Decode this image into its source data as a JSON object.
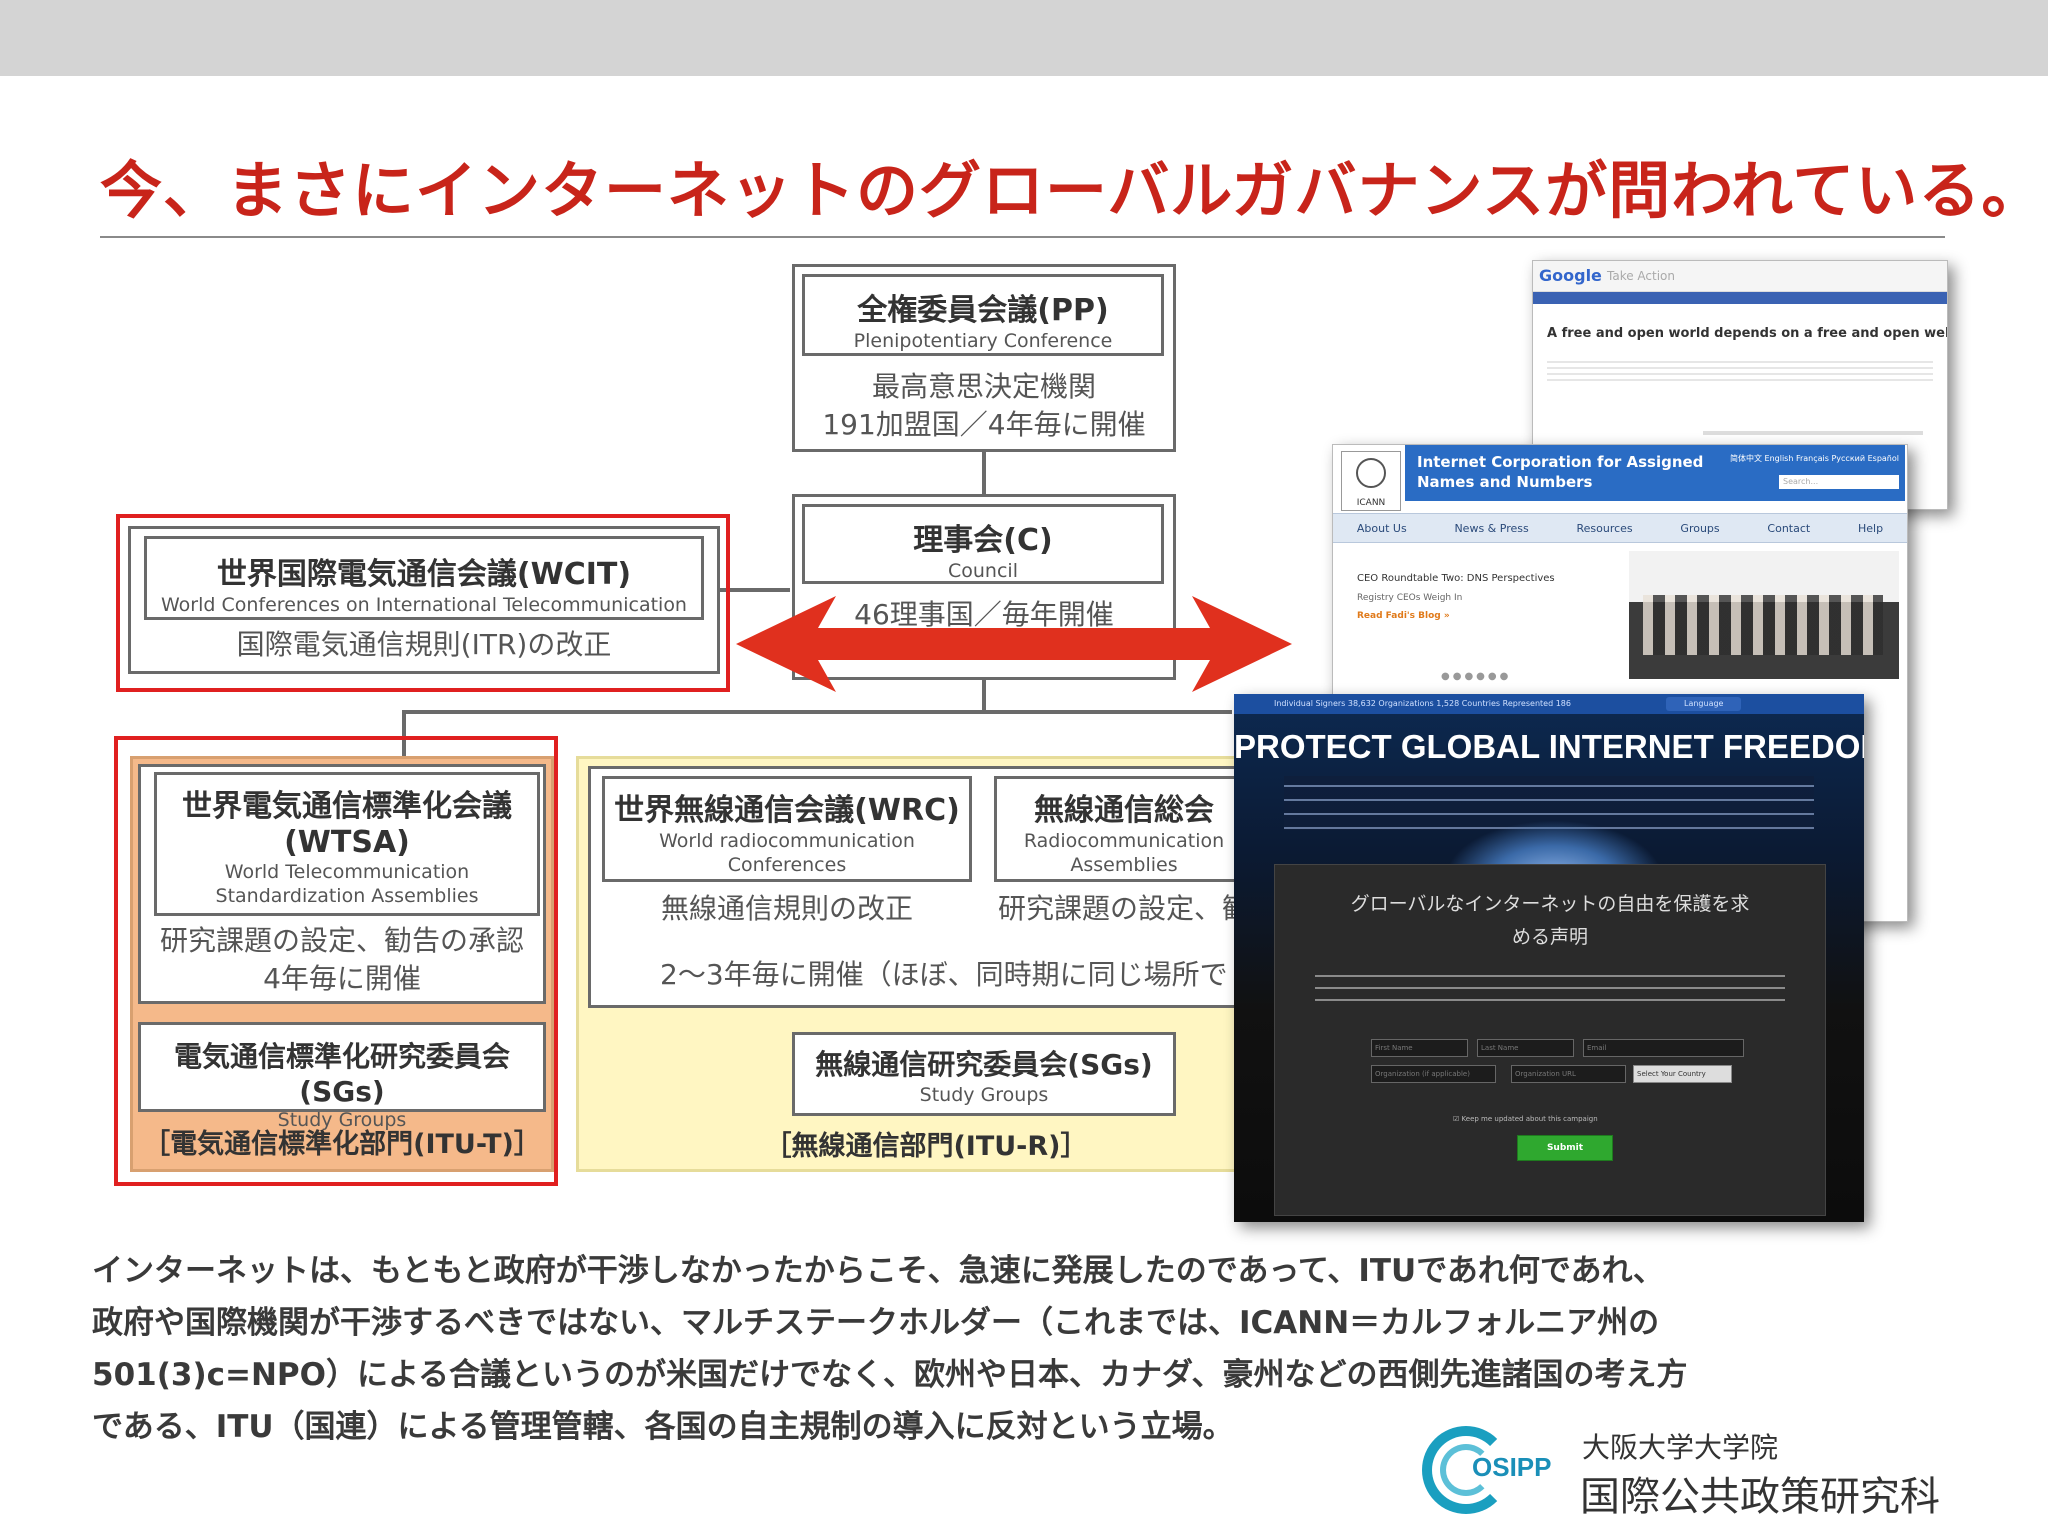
{
  "slide": {
    "title": "今、まさにインターネットのグローバルガバナンスが問われている。"
  },
  "diagram": {
    "pp": {
      "jp": "全権委員会議(PP)",
      "en": "Plenipotentiary Conference",
      "desc1": "最高意思決定機関",
      "desc2": "191加盟国／4年毎に開催"
    },
    "council": {
      "jp": "理事会(C)",
      "en": "Council",
      "desc1": "46理事国／毎年開催"
    },
    "wcit": {
      "jp": "世界国際電気通信会議(WCIT)",
      "en": "World Conferences on International Telecommunication",
      "desc1": "国際電気通信規則(ITR)の改正"
    },
    "wtsa": {
      "jp1": "世界電気通信標準化会議",
      "jp2": "(WTSA)",
      "en1": "World Telecommunication",
      "en2": "Standardization Assemblies",
      "desc1": "研究課題の設定、勧告の承認",
      "desc2": "4年毎に開催"
    },
    "sgs_t": {
      "jp": "電気通信標準化研究委員会(SGs)",
      "en": "Study Groups"
    },
    "itu_t": "［電気通信標準化部門(ITU-T)］",
    "wrc": {
      "jp": "世界無線通信会議(WRC)",
      "en1": "World radiocommunication",
      "en2": "Conferences",
      "desc1": "無線通信規則の改正"
    },
    "ra": {
      "jp": "無線通信総会",
      "en1": "Radiocommunication",
      "en2": "Assemblies",
      "desc1": "研究課題の設定、勧"
    },
    "radio_note": "2～3年毎に開催（ほぼ、同時期に同じ場所で",
    "sgs_r": {
      "jp": "無線通信研究委員会(SGs)",
      "en": "Study Groups"
    },
    "itu_r": "［無線通信部門(ITU-R)］"
  },
  "screenshots": {
    "google": {
      "logo": "Google",
      "tagline": "Take Action",
      "headline": "A free and open world depends on a free and open web."
    },
    "icann": {
      "logo": "ICANN",
      "title1": "Internet Corporation for Assigned",
      "title2": "Names and Numbers",
      "languages": "简体中文  English  Français  Pусский  Español",
      "search_placeholder": "Search...",
      "nav": [
        "About Us",
        "News & Press",
        "Resources",
        "Groups",
        "Contact",
        "Help"
      ],
      "feature_title": "CEO Roundtable Two: DNS Perspectives",
      "feature_sub": "Registry CEOs Weigh In",
      "feature_link": "Read Fadi's Blog »"
    },
    "freedom": {
      "stats": "Individual Signers 38,632   Organizations 1,528   Countries Represented 186",
      "language": "Language",
      "headline": "PROTECT GLOBAL INTERNET FREEDOM",
      "panel_title1": "グローバルなインターネットの自由を保護を求",
      "panel_title2": "める声明",
      "first_name": "First Name",
      "last_name": "Last Name",
      "email": "Email",
      "org": "Organization (if applicable)",
      "org_url": "Organization URL",
      "country": "Select Your Country",
      "keep_updated": "Keep me updated about this campaign",
      "submit": "Submit"
    }
  },
  "body": {
    "line1": "インターネットは、もともと政府が干渉しなかったからこそ、急速に発展したのであって、ITUであれ何であれ、",
    "line2": "政府や国際機関が干渉するべきではない、マルチステークホルダー（これまでは、ICANN＝カルフォルニア州の",
    "line3": "501(3)c=NPO）による合議というのが米国だけでなく、欧州や日本、カナダ、豪州などの西側先進諸国の考え方",
    "line4": "である、ITU（国連）による管理管轄、各国の自主規制の導入に反対という立場。"
  },
  "logo": {
    "mark": "OSIPP",
    "line1": "大阪大学大学院",
    "line2": "国際公共政策研究科"
  },
  "colors": {
    "title": "#c8241a",
    "arrow": "#e0301e",
    "highlight": "#e02020",
    "itu_t_fill": "#f5b98a",
    "itu_r_fill": "#fff6c2",
    "icann_blue": "#1e5aa8"
  }
}
